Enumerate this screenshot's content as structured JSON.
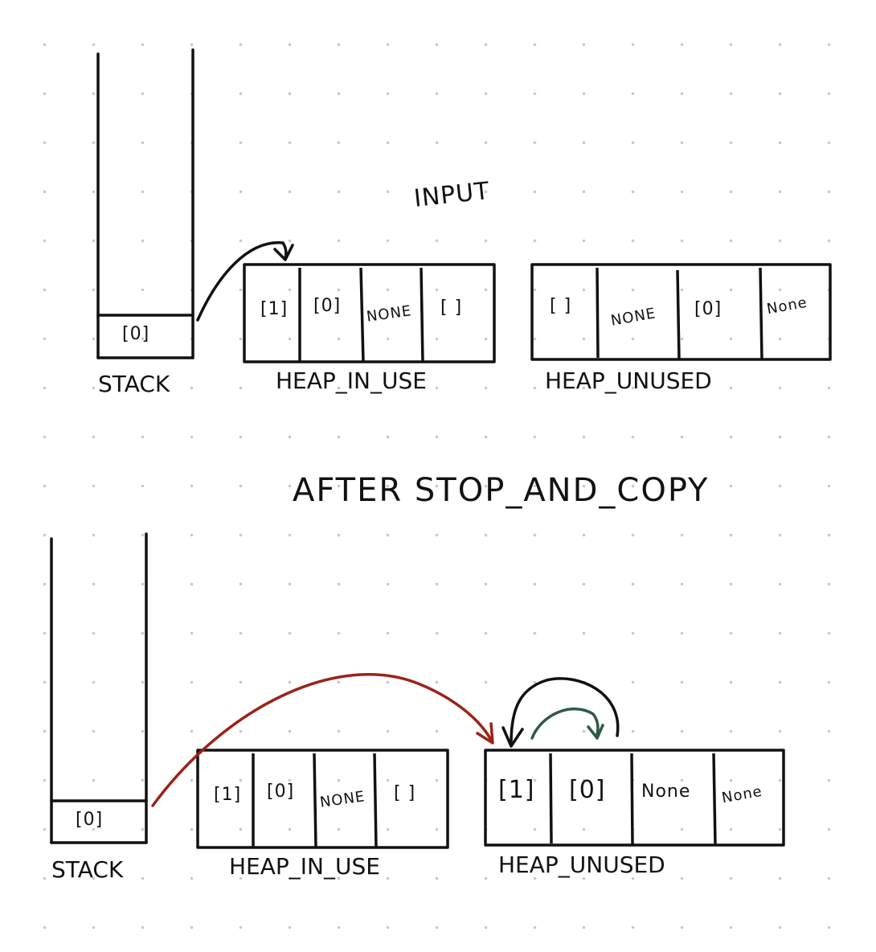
{
  "headings": {
    "input": "INPUT",
    "after": "AFTER STOP_AND_COPY"
  },
  "top": {
    "stack": {
      "label": "STACK",
      "entry": "[0]"
    },
    "heap_in_use": {
      "label": "HEAP_IN_USE",
      "cells": [
        "[1]",
        "[0]",
        "NONE",
        "[ ]"
      ]
    },
    "heap_unused": {
      "label": "HEAP_UNUSED",
      "cells": [
        "[ ]",
        "NONE",
        "[0]",
        "None"
      ]
    }
  },
  "bottom": {
    "stack": {
      "label": "STACK",
      "entry": "[0]"
    },
    "heap_in_use": {
      "label": "HEAP_IN_USE",
      "cells": [
        "[1]",
        "[0]",
        "NONE",
        "[ ]"
      ]
    },
    "heap_unused": {
      "label": "HEAP_UNUSED",
      "cells": [
        "[1]",
        "[0]",
        "None",
        "None"
      ]
    }
  },
  "colors": {
    "ink": "#111111",
    "arrow_red": "#9b2318",
    "arrow_green": "#2e5a44",
    "grid_dot": "#c9c9c9"
  }
}
